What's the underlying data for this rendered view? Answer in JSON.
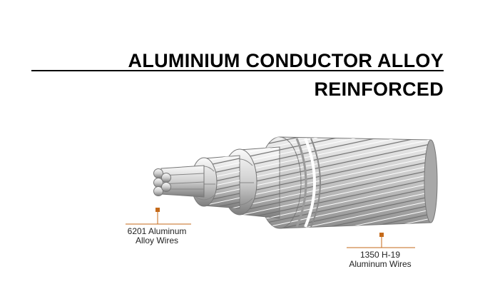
{
  "title": {
    "line1": "ALUMINIUM CONDUCTOR ALLOY",
    "line2": "REINFORCED"
  },
  "callouts": [
    {
      "line1": "6201 Aluminum",
      "line2": "Alloy Wires"
    },
    {
      "line1": "1350 H-19",
      "line2": "Aluminum Wires"
    }
  ],
  "colors": {
    "callout_marker": "#c56a1a",
    "strand_light": "#e6e6e6",
    "strand_dark": "#8a8a8a"
  }
}
